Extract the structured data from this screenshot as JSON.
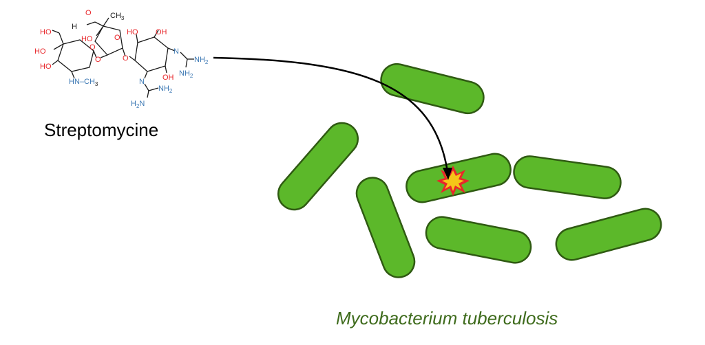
{
  "compound": {
    "name": "Streptomycine",
    "atom_labels": {
      "ho_top": "HO",
      "ho_left1": "HO",
      "ho_left2": "HO",
      "hn_ch3": "HN–CH",
      "ch3_sub": "3",
      "h_ald": "H",
      "o_ald": "O",
      "ch3_top": "CH",
      "ho_mid": "HO",
      "o_ring1": "O",
      "o_link1": "O",
      "o_ring2": "O",
      "o_link2": "O",
      "ho_r1": "HO",
      "oh_r1": "OH",
      "n_r1": "N",
      "nh2_r1": "NH",
      "nh2_r1b": "NH",
      "n_r2": "N",
      "nh2_r2": "NH",
      "h2n_r2": "H",
      "oh_r2": "OH",
      "two": "2"
    }
  },
  "organism": {
    "name": "Mycobacterium tuberculosis"
  },
  "colors": {
    "bacterium_fill": "#5cb82a",
    "bacterium_stroke": "#2f5a12",
    "oxygen": "#e8262a",
    "nitrogen": "#3c78b4",
    "burst_outer": "#e8262a",
    "burst_inner": "#f5c518",
    "label_green": "#3e6b1c"
  },
  "icons": {
    "arrow": "curved-arrow-icon",
    "impact": "explosion-burst-icon"
  }
}
